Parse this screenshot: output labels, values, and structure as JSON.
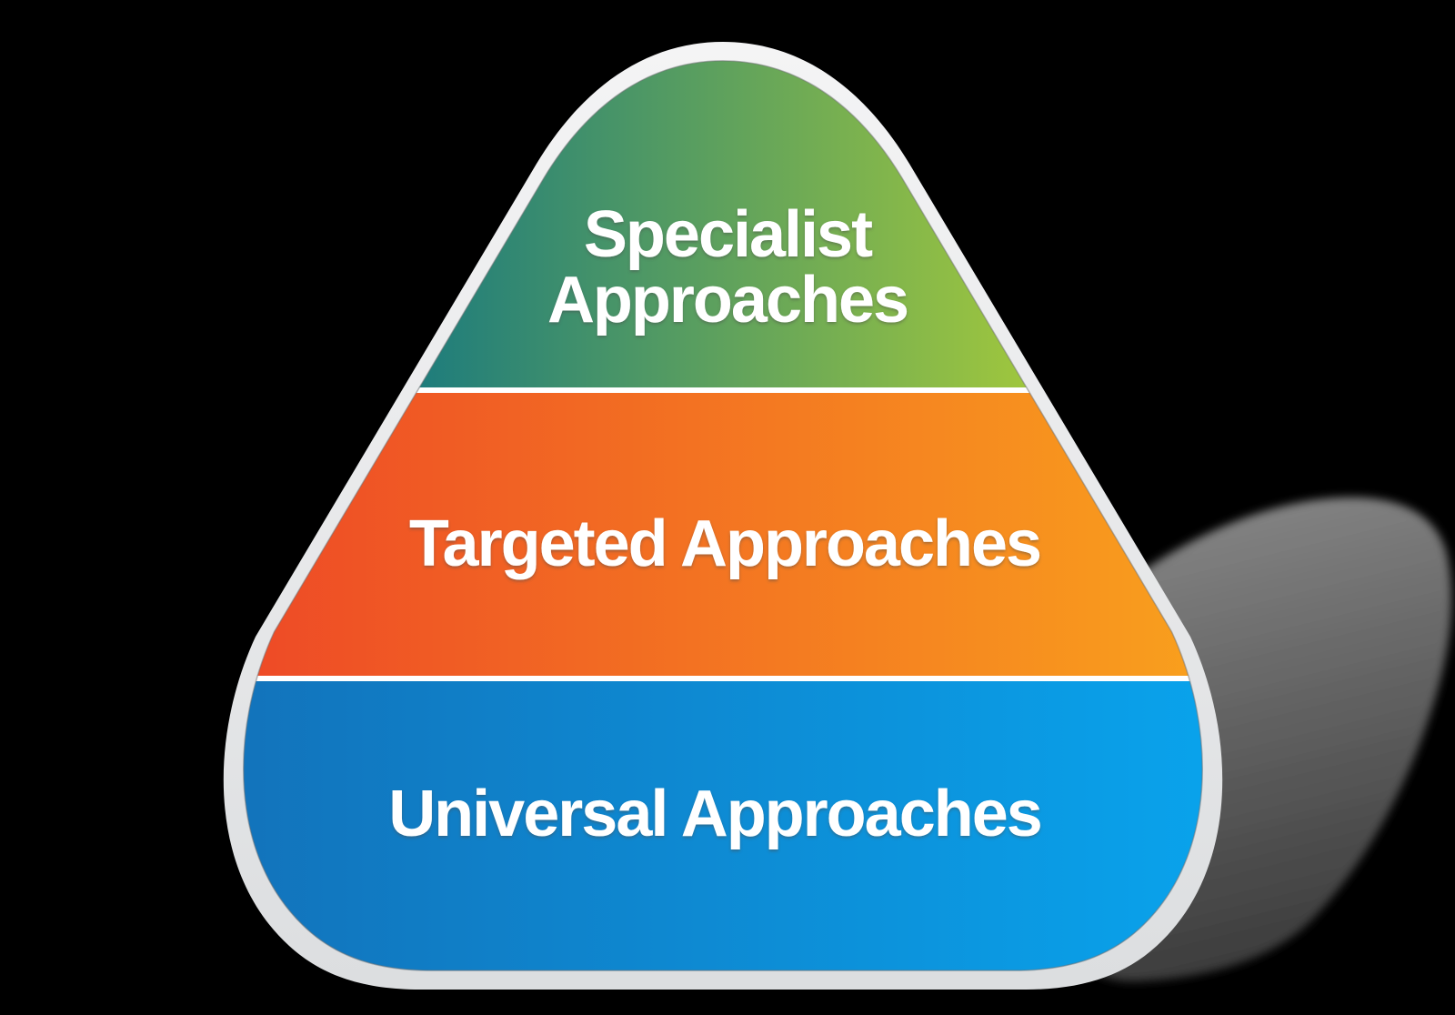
{
  "diagram": {
    "background_color": "#000000",
    "text_color": "#ffffff",
    "separator_color": "#ffffff",
    "border": {
      "color_top": "#f4f4f5",
      "color_bottom": "#dcdee0",
      "seam_color": "#6f7173"
    },
    "shadow": {
      "color_top": "#878787",
      "color_bottom": "#383838"
    },
    "tiers": [
      {
        "id": "specialist",
        "label_line1": "Specialist",
        "label_line2": "Approaches",
        "color_left": "#1a7a7e",
        "color_right": "#a2c83c"
      },
      {
        "id": "targeted",
        "label": "Targeted Approaches",
        "color_left": "#ee4b26",
        "color_right": "#f9a01d"
      },
      {
        "id": "universal",
        "label": "Universal Approaches",
        "color_left": "#1273bb",
        "color_right": "#09a3ec"
      }
    ]
  }
}
